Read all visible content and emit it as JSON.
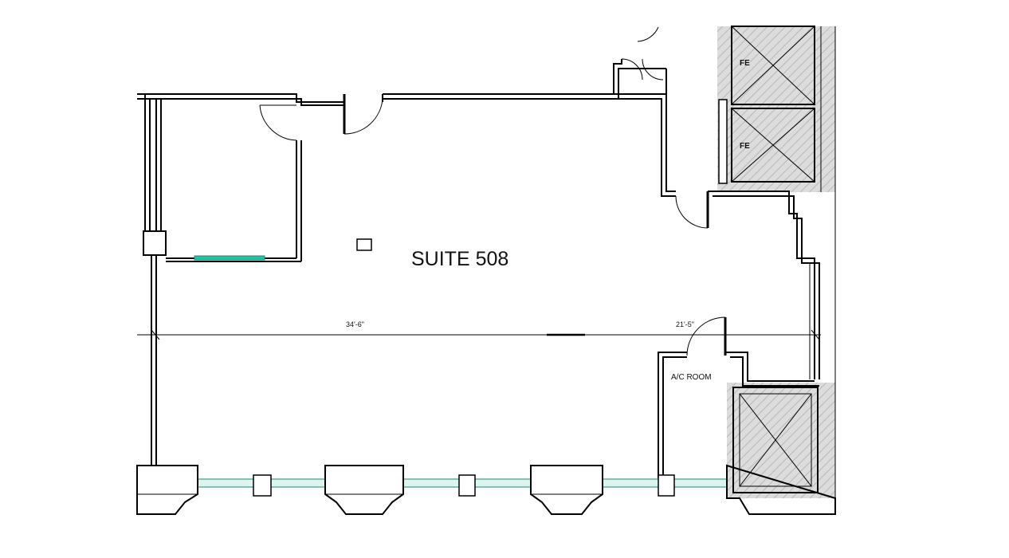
{
  "plan": {
    "suite_label": "SUITE 508",
    "ac_room_label": "A/C ROOM",
    "fe_label_1": "FE",
    "fe_label_2": "FE",
    "dim_left": "34'-6\"",
    "dim_right": "21'-5\""
  },
  "colors": {
    "wall": "#000000",
    "shaft_fill": "#d8d8d8",
    "glass_teal": "#1a8a7a",
    "glass_accent": "#22c3a3"
  },
  "icons": [
    "door-swing-icon",
    "elevator-shaft-icon",
    "column-icon"
  ]
}
